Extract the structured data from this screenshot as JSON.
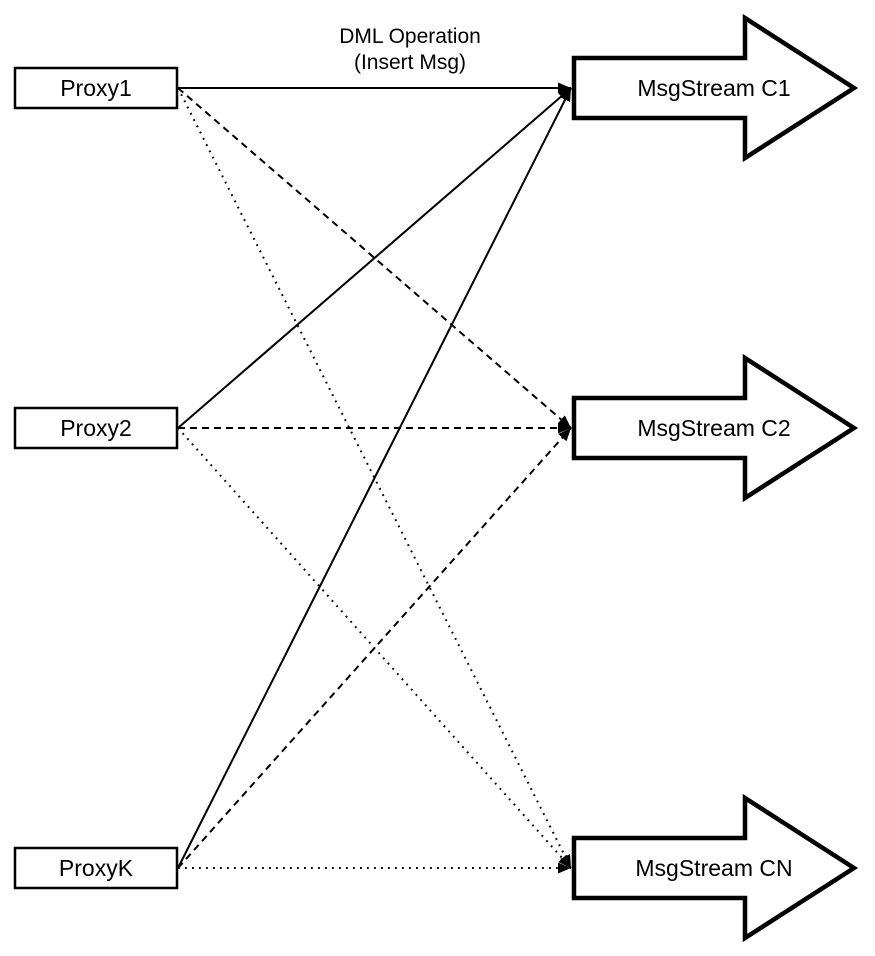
{
  "diagram": {
    "title": {
      "line1": "DML Operation",
      "line2": "(Insert Msg)"
    },
    "proxies": [
      {
        "id": "proxy1",
        "label": "Proxy1"
      },
      {
        "id": "proxy2",
        "label": "Proxy2"
      },
      {
        "id": "proxyk",
        "label": "ProxyK"
      }
    ],
    "streams": [
      {
        "id": "stream-c1",
        "label": "MsgStream C1"
      },
      {
        "id": "stream-c2",
        "label": "MsgStream C2"
      },
      {
        "id": "stream-cn",
        "label": "MsgStream CN"
      }
    ],
    "edges": [
      {
        "from": "Proxy1",
        "to": "MsgStream C1",
        "style": "solid"
      },
      {
        "from": "Proxy2",
        "to": "MsgStream C1",
        "style": "solid"
      },
      {
        "from": "ProxyK",
        "to": "MsgStream C1",
        "style": "solid"
      },
      {
        "from": "Proxy1",
        "to": "MsgStream C2",
        "style": "dashed"
      },
      {
        "from": "Proxy2",
        "to": "MsgStream C2",
        "style": "dashed"
      },
      {
        "from": "ProxyK",
        "to": "MsgStream C2",
        "style": "dashed"
      },
      {
        "from": "Proxy1",
        "to": "MsgStream CN",
        "style": "dotted"
      },
      {
        "from": "Proxy2",
        "to": "MsgStream CN",
        "style": "dotted"
      },
      {
        "from": "ProxyK",
        "to": "MsgStream CN",
        "style": "dotted"
      }
    ],
    "colors": {
      "foreground": "#000000",
      "background": "#ffffff"
    }
  }
}
